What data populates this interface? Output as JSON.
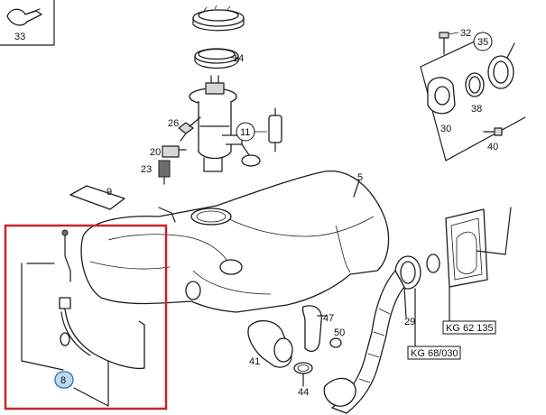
{
  "callouts": {
    "c33": "33",
    "c14": "14",
    "c26": "26",
    "c11": "11",
    "c20": "20",
    "c23": "23",
    "c9": "9",
    "c5": "5",
    "c32": "32",
    "c35": "35",
    "c38": "38",
    "c30": "30",
    "c40": "40",
    "c29": "29",
    "c47": "47",
    "c50": "50",
    "c41": "41",
    "c44": "44",
    "c8": "8"
  },
  "references": {
    "kg1": "KG 62 135",
    "kg2": "KG 68/030"
  },
  "colors": {
    "highlight_frame": "#c8242b",
    "selected_callout_fill": "#bcd8ef",
    "selected_callout_stroke": "#2f6fa6"
  }
}
